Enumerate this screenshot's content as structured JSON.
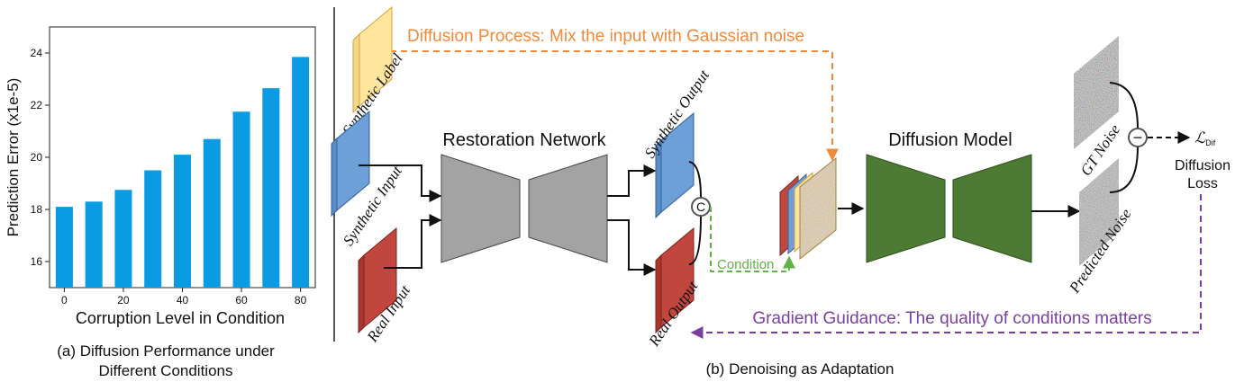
{
  "chart_data": {
    "type": "bar",
    "categories": [
      0,
      10,
      20,
      30,
      40,
      50,
      60,
      70,
      80
    ],
    "values": [
      18.1,
      18.3,
      18.75,
      19.5,
      20.1,
      20.7,
      21.75,
      22.65,
      23.85
    ],
    "xticks": [
      "0",
      "20",
      "40",
      "60",
      "80"
    ],
    "yticks": [
      "16",
      "18",
      "20",
      "22",
      "24"
    ],
    "ylim": [
      15,
      25
    ],
    "xlabel": "Corruption Level in Condition",
    "ylabel": "Prediction Error (x1e-5)",
    "bar_color": "#0a9be3",
    "grid": false
  },
  "captions": {
    "left_line1": "(a) Diffusion Performance under",
    "left_line2": "Different Conditions",
    "right": "(b) Denoising as Adaptation"
  },
  "diagram": {
    "diffusion_process": "Diffusion Process: Mix the input with Gaussian noise",
    "restoration_network": "Restoration Network",
    "diffusion_model": "Diffusion Model",
    "synthetic_label": "Synthetic Label",
    "synthetic_input": "Synthetic Input",
    "real_input": "Real Input",
    "synthetic_output": "Synthetic Output",
    "real_output": "Real Output",
    "concat_symbol": "C",
    "condition": "Condition",
    "gt_noise": "GT Noise",
    "predicted_noise": "Predicted Noise",
    "minus_symbol": "−",
    "loss_symbol": "ℒ",
    "loss_subscript": "Dif",
    "diffusion_loss_line1": "Diffusion",
    "diffusion_loss_line2": "Loss",
    "gradient_guidance": "Gradient Guidance: The quality of conditions matters"
  },
  "colors": {
    "orange": "#ef8a3a",
    "green_dashed": "#5fb244",
    "purple": "#7a3fa0",
    "network_gray": "#a3a3a3",
    "diffusion_green": "#4e7b34",
    "synthetic_blue": "#6ea0d8",
    "real_red": "#c0463e",
    "label_yellow": "#ffe69c"
  }
}
